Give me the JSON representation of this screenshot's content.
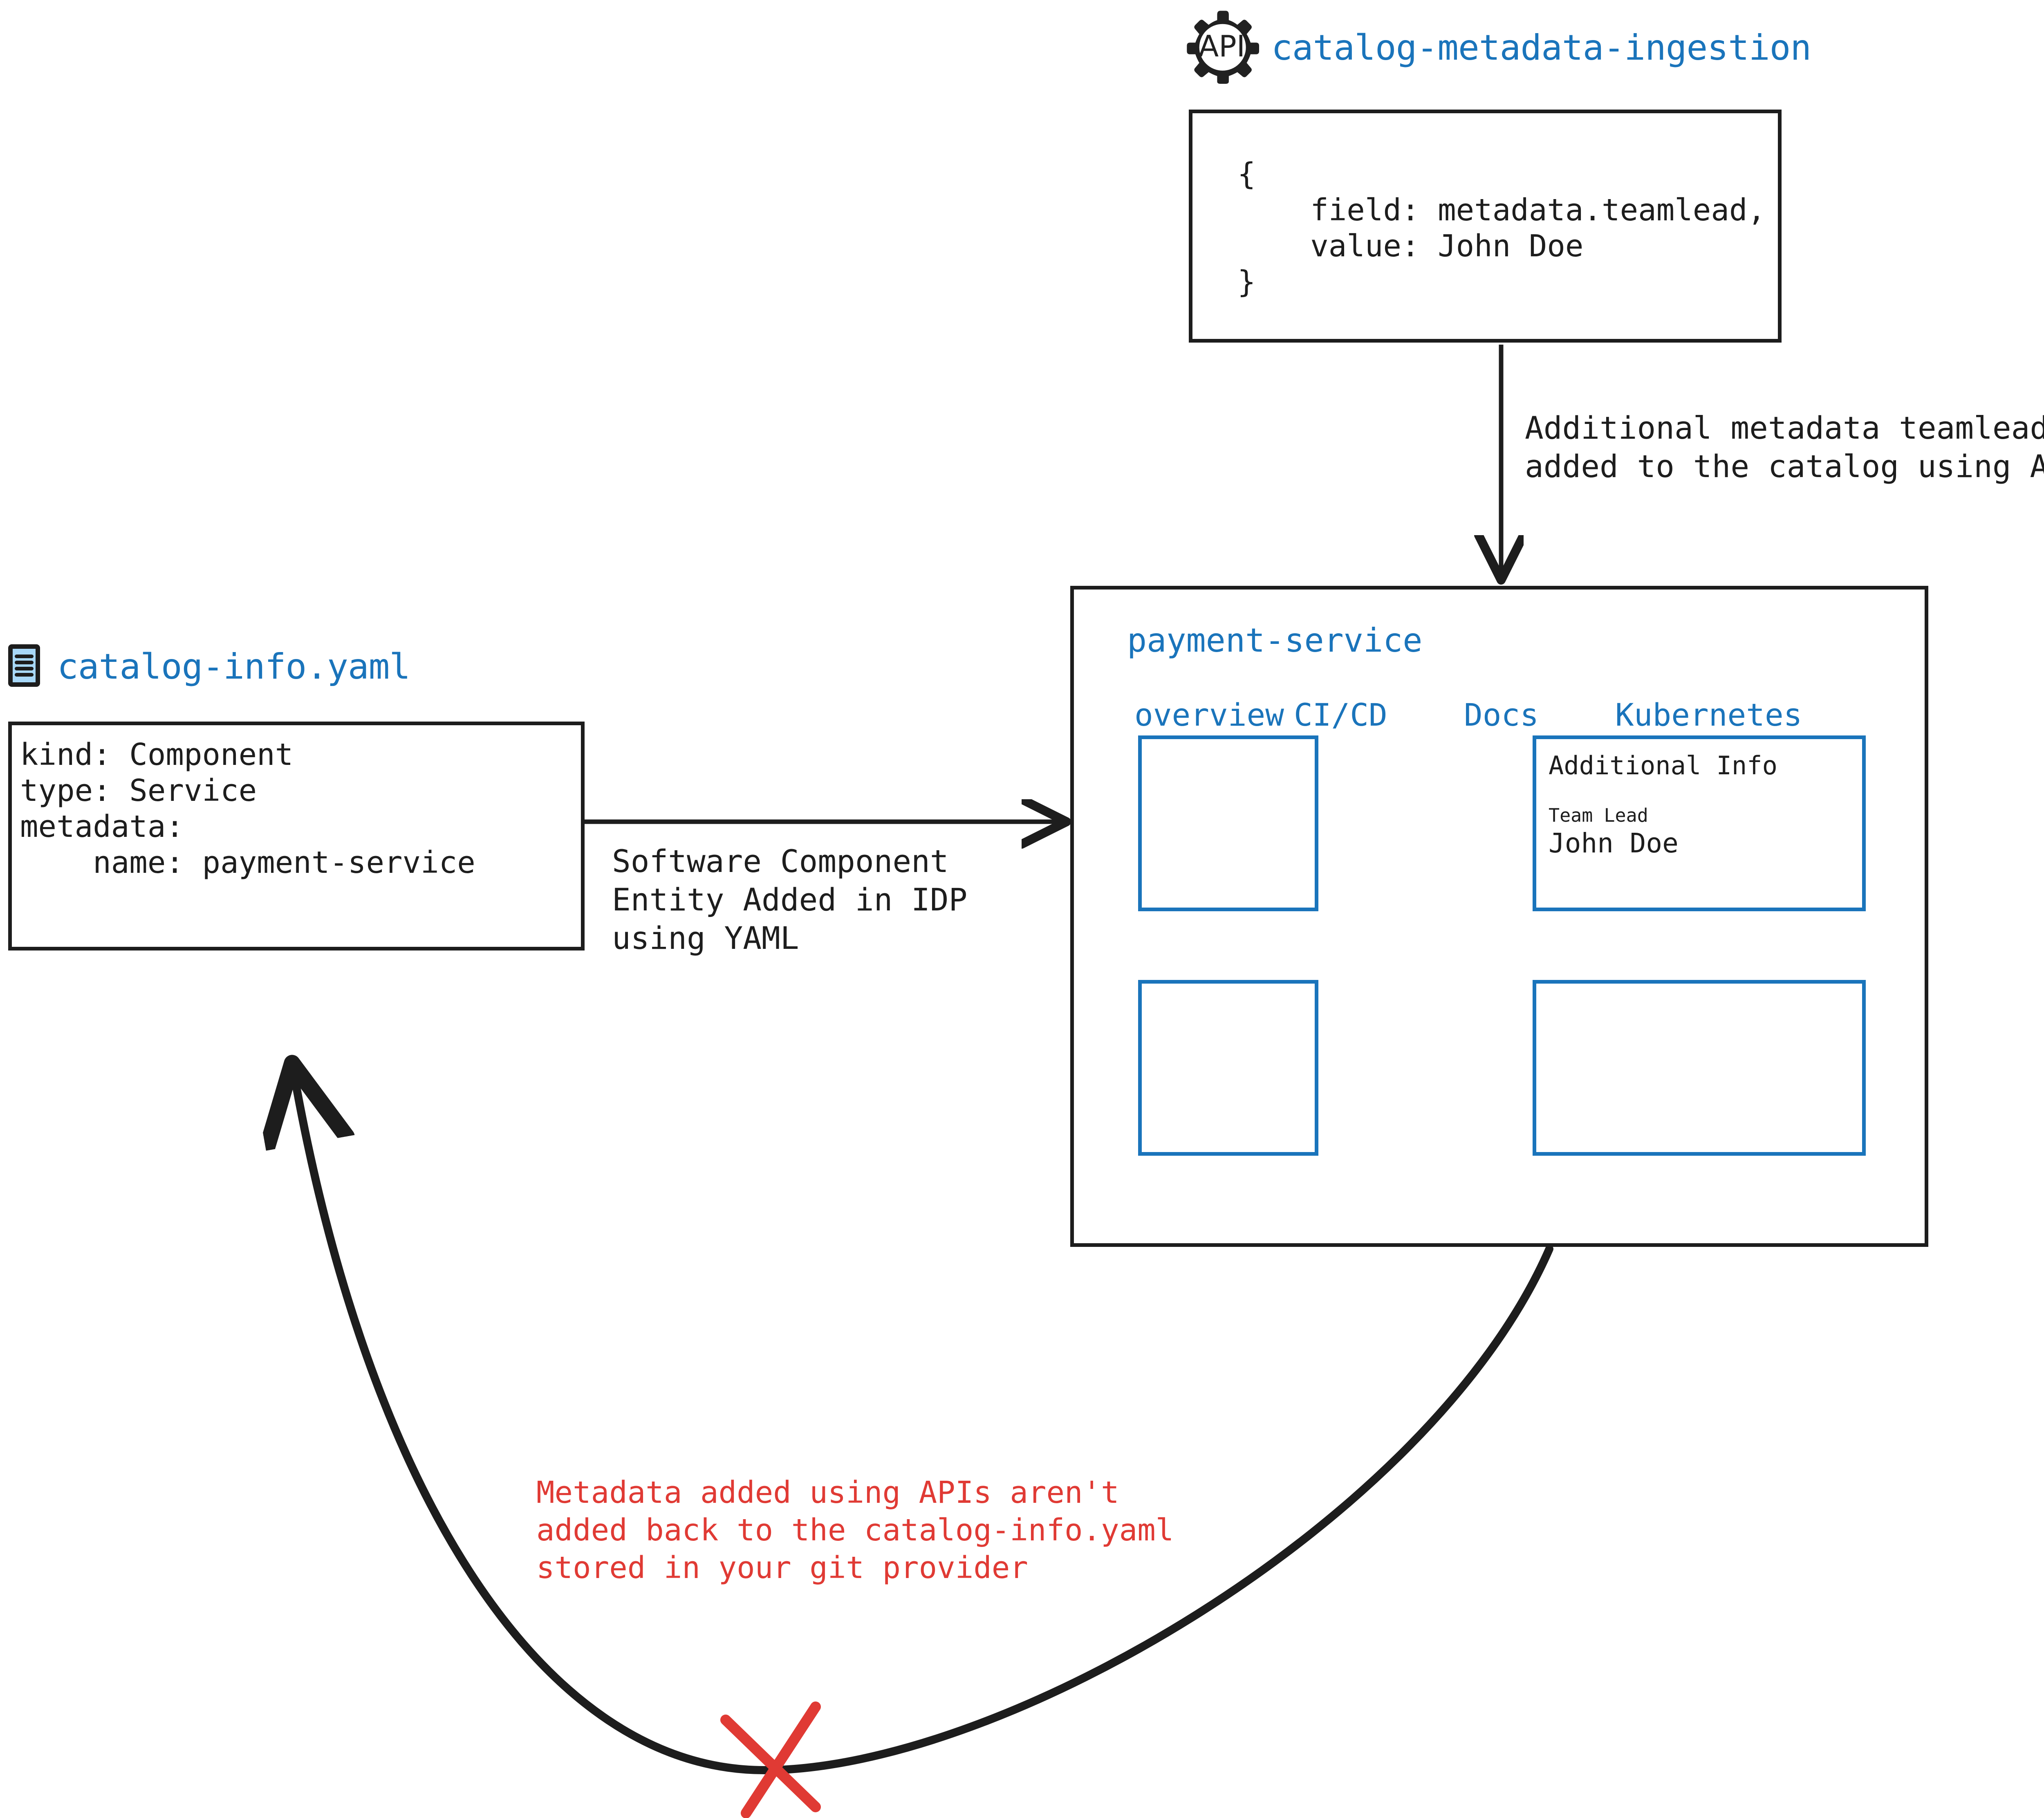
{
  "api_node": {
    "icon": "api-gear-icon",
    "icon_text": "API",
    "title": "catalog-metadata-ingestion",
    "code_lines": [
      "{",
      "    field: metadata.teamlead,",
      "    value: John Doe",
      "}"
    ]
  },
  "api_edge": {
    "label_line1": "Additional metadata teamlead",
    "label_line2": "added to the catalog using APIs"
  },
  "yaml_node": {
    "icon": "yaml-file-icon",
    "title": "catalog-info.yaml",
    "code_lines": [
      "kind: Component",
      "type: Service",
      "metadata:",
      "    name: payment-service"
    ]
  },
  "yaml_edge": {
    "label_line1": "Software Component",
    "label_line2": "Entity Added in IDP",
    "label_line3": "using YAML"
  },
  "idp_panel": {
    "title": "payment-service",
    "tabs": [
      {
        "label": "overview"
      },
      {
        "label": "CI/CD"
      },
      {
        "label": "Docs"
      },
      {
        "label": "Kubernetes"
      }
    ],
    "cards": {
      "additional_info": {
        "heading": "Additional Info",
        "field_label": "Team Lead",
        "field_value": "John Doe"
      }
    }
  },
  "warning_edge": {
    "marker": "red-x-cross",
    "line1": "Metadata added using APIs aren't",
    "line2": "added back to the catalog-info.yaml",
    "line3": "stored in your git provider"
  },
  "colors": {
    "accent_blue": "#1a74bb",
    "ink": "#1d1d1d",
    "warning_red": "#e03a34",
    "icon_fill": "#a8d8f8"
  }
}
